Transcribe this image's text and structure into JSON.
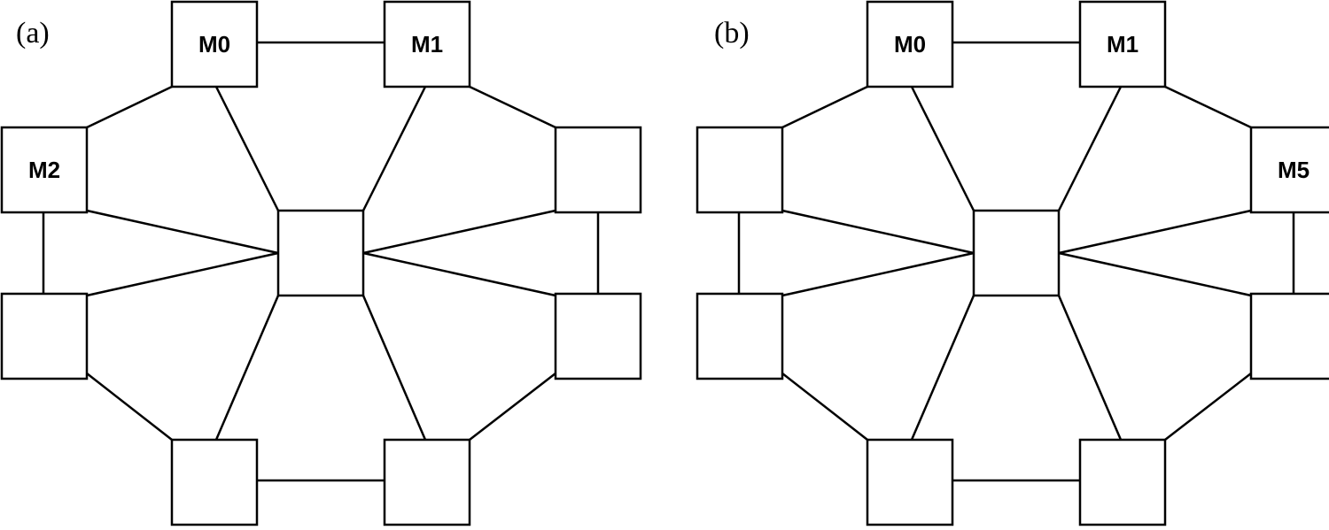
{
  "panels": [
    {
      "id": "a",
      "label": "(a)",
      "node_labels": [
        "M0",
        "M1",
        "M2",
        "",
        "",
        "",
        "",
        "",
        ""
      ]
    },
    {
      "id": "b",
      "label": "(b)",
      "node_labels": [
        "M0",
        "M1",
        "",
        "M5",
        "",
        "",
        "",
        "",
        ""
      ]
    }
  ],
  "edges": [
    [
      0,
      1
    ],
    [
      0,
      2
    ],
    [
      1,
      3
    ],
    [
      2,
      4
    ],
    [
      3,
      5
    ],
    [
      4,
      6
    ],
    [
      5,
      7
    ],
    [
      6,
      7
    ],
    [
      2,
      8
    ],
    [
      3,
      8
    ],
    [
      4,
      8
    ],
    [
      5,
      8
    ],
    [
      0,
      8
    ],
    [
      1,
      8
    ],
    [
      6,
      8
    ],
    [
      7,
      8
    ]
  ]
}
